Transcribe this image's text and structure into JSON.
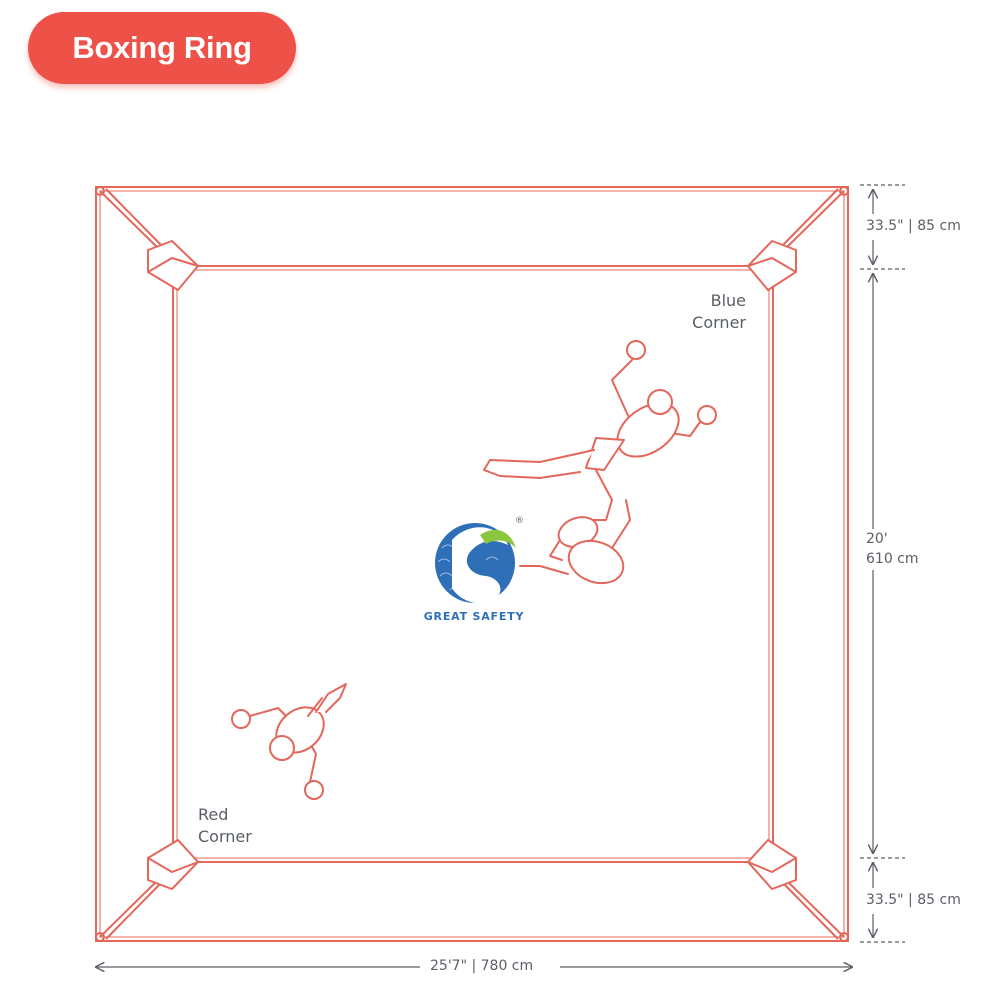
{
  "title": "Boxing Ring",
  "corners": {
    "blue": [
      "Blue",
      "Corner"
    ],
    "red": [
      "Red",
      "Corner"
    ]
  },
  "dimensions": {
    "apron": "33.5\" | 85 cm",
    "apron_bottom": "33.5\" | 85 cm",
    "inner_ft": "20'",
    "inner_cm": "610 cm",
    "overall": "25'7\" | 780 cm"
  },
  "logo": {
    "text": "GREAT SAFETY",
    "mark": "®"
  },
  "colors": {
    "accent": "#ee5147",
    "line": "#e3675b",
    "text": "#5a5f66",
    "logo_blue": "#2f6fb7",
    "logo_green": "#8cc63f"
  }
}
